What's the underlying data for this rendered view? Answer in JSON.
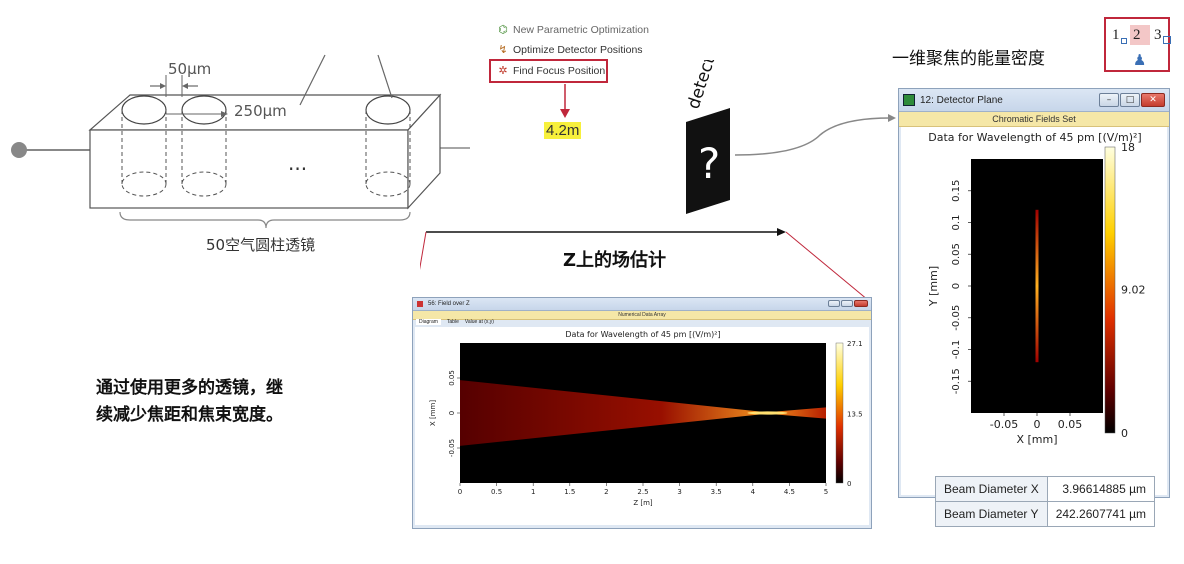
{
  "lens": {
    "gap_label": "50μm",
    "pitch_label": "250μm",
    "ellipsis": "...",
    "caption": "50空气圆柱透镜"
  },
  "menu": {
    "items": [
      {
        "label": "New Parametric Optimization",
        "icon": "parametric-optimization-icon"
      },
      {
        "label": "Optimize Detector Positions",
        "icon": "optimize-detector-icon"
      },
      {
        "label": "Find Focus Position",
        "icon": "find-focus-icon"
      }
    ]
  },
  "focus_value": "4.2m",
  "detector": {
    "label": "detector",
    "symbol": "?"
  },
  "field_estimate_label": "Z上的场估计",
  "energy_density_label": "一维聚焦的能量密度",
  "view_toggle": {
    "one": "1",
    "two": "2",
    "three": "3"
  },
  "note": {
    "line1": "通过使用更多的透镜，继",
    "line2": "续减少焦距和焦束宽度。"
  },
  "field_window": {
    "title": "56: Field over Z",
    "subtitle": "Numerical Data Array",
    "tabs": [
      "Diagram",
      "Table",
      "Value at (x,y)"
    ],
    "chart_data": {
      "type": "heatmap",
      "title": "Data for Wavelength of 45 pm  [(V/m)²]",
      "xlabel": "Z [m]",
      "ylabel": "X [mm]",
      "x_ticks": [
        "0",
        "0.5",
        "1",
        "1.5",
        "2",
        "2.5",
        "3",
        "3.5",
        "4",
        "4.5",
        "5"
      ],
      "y_ticks": [
        "0.05",
        "0",
        "-0.05"
      ],
      "xlim": [
        0,
        5
      ],
      "ylim": [
        -0.1,
        0.1
      ],
      "colorbar_ticks": [
        "27.1",
        "13.5",
        "0"
      ],
      "colorbar_range": [
        0,
        27.1
      ],
      "focus_z": 4.2
    }
  },
  "detector_window": {
    "title": "12: Detector Plane",
    "subtitle": "Chromatic Fields Set",
    "chart_data": {
      "type": "heatmap",
      "title": "Data for Wavelength of 45 pm  [(V/m)²]",
      "xlabel": "X [mm]",
      "ylabel": "Y [mm]",
      "x_ticks": [
        "-0.05",
        "0",
        "0.05"
      ],
      "y_ticks": [
        "0.15",
        "0.1",
        "0.05",
        "0",
        "-0.05",
        "-0.1",
        "-0.15"
      ],
      "xlim": [
        -0.1,
        0.1
      ],
      "ylim": [
        -0.2,
        0.2
      ],
      "colorbar_ticks": [
        "18",
        "9.02",
        "0"
      ],
      "colorbar_range": [
        0,
        18
      ]
    },
    "table": [
      {
        "label": "Beam Diameter X",
        "value": "3.96614885 µm"
      },
      {
        "label": "Beam Diameter Y",
        "value": "242.2607741 µm"
      }
    ]
  },
  "colors": {
    "accent_red": "#c0273b",
    "highlight": "#f7f03c"
  }
}
